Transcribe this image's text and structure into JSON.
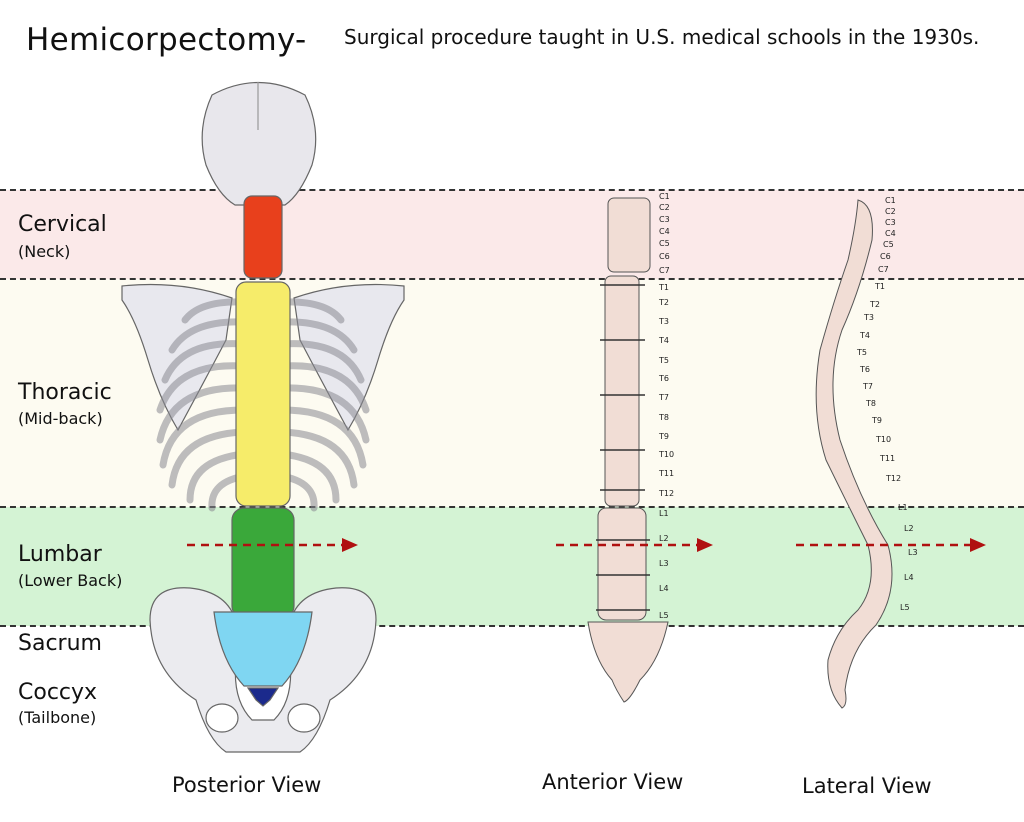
{
  "title": "Hemicorpectomy-",
  "subtitle": "Surgical  procedure taught in U.S. medical schools in the 1930s.",
  "regions": [
    {
      "name": "Cervical",
      "sub": "(Neck)"
    },
    {
      "name": "Thoracic",
      "sub": "(Mid-back)"
    },
    {
      "name": "Lumbar",
      "sub": "(Lower Back)"
    },
    {
      "name": "Sacrum"
    },
    {
      "name": "Coccyx",
      "sub": "(Tailbone)"
    }
  ],
  "views": {
    "posterior": "Posterior View",
    "anterior": "Anterior View",
    "lateral": "Lateral View"
  },
  "vertebrae_anterior": [
    "C1",
    "C2",
    "C3",
    "C4",
    "C5",
    "C6",
    "C7",
    "T1",
    "T2",
    "T3",
    "T4",
    "T5",
    "T6",
    "T7",
    "T8",
    "T9",
    "T10",
    "T11",
    "T12",
    "L1",
    "L2",
    "L3",
    "L4",
    "L5"
  ],
  "vertebrae_lateral": [
    "C1",
    "C2",
    "C3",
    "C4",
    "C5",
    "C6",
    "C7",
    "T1",
    "T2",
    "T3",
    "T4",
    "T5",
    "T6",
    "T7",
    "T8",
    "T9",
    "T10",
    "T11",
    "T12",
    "L1",
    "L2",
    "L3",
    "L4",
    "L5"
  ],
  "colors": {
    "cervical_band": "#fbe9e9",
    "thoracic_band": "#fdfbf1",
    "lumbar_band": "#d4f3d4",
    "cervical": "#e8401c",
    "thoracic": "#f6ec6a",
    "lumbar": "#3aa83a",
    "sacrum": "#7fd6f2",
    "coccyx": "#1b2a8c",
    "bone": "#ece9e9",
    "arrow": "#b01010"
  }
}
